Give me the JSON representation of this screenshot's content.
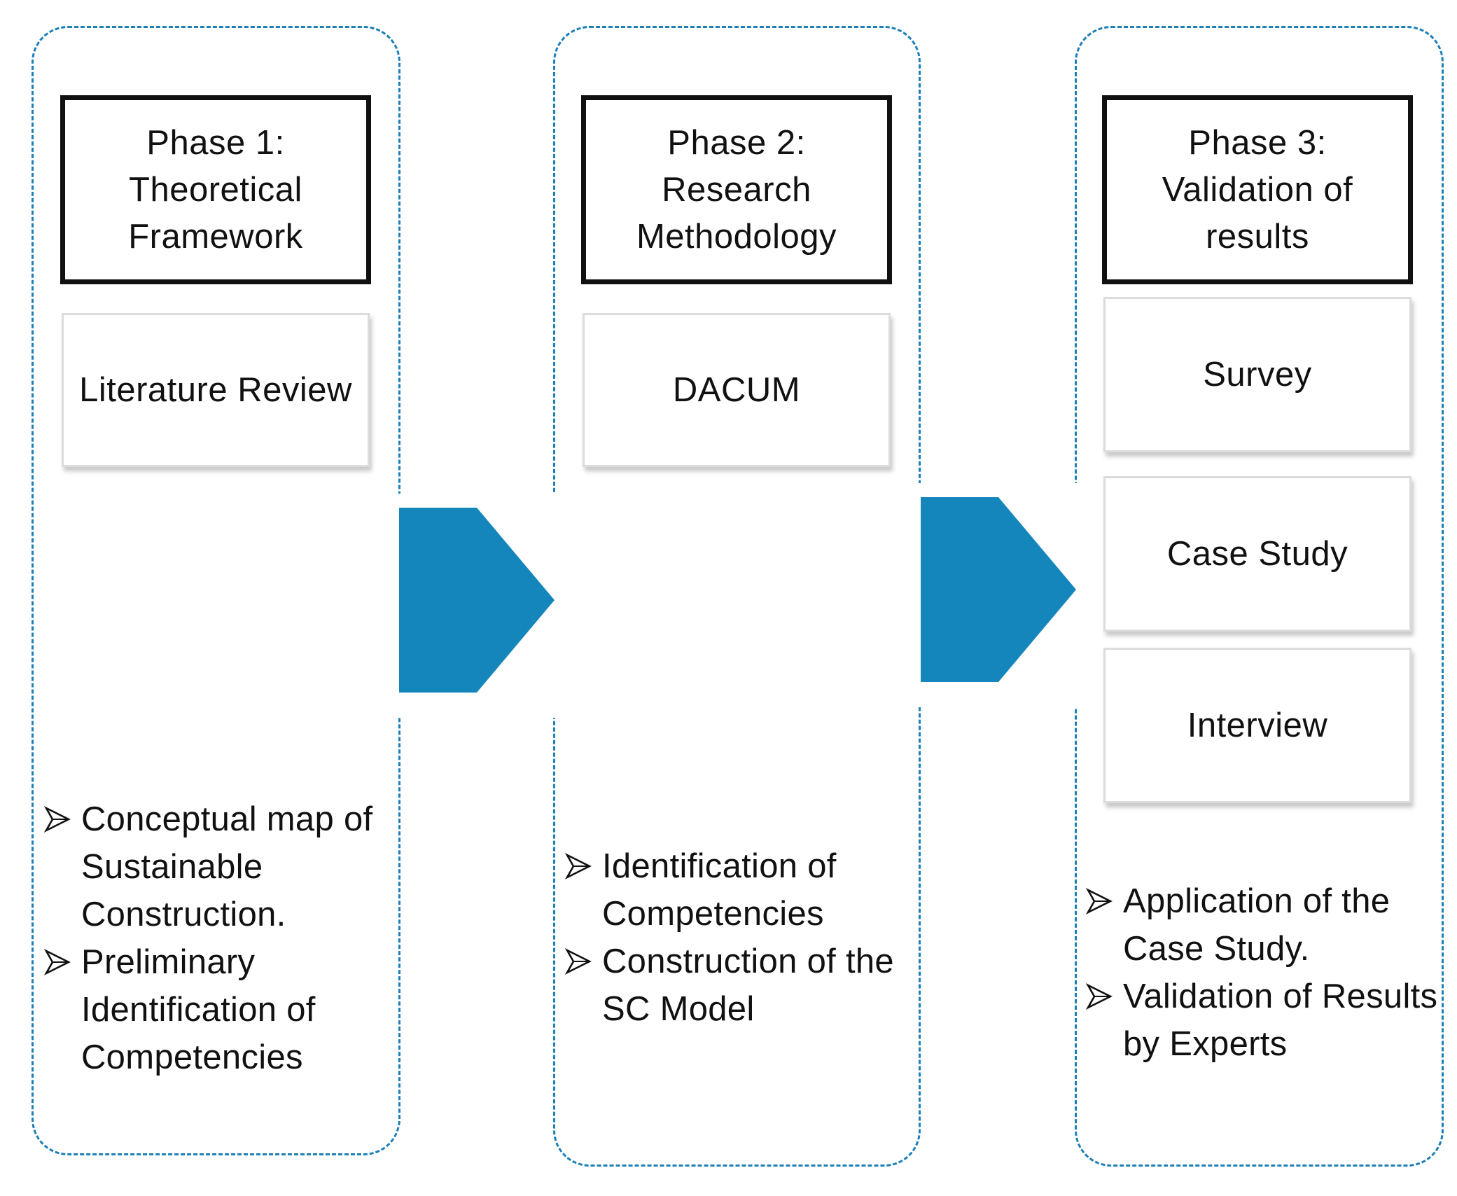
{
  "phases": [
    {
      "title_lines": [
        "Phase 1:",
        "Theoretical",
        "Framework"
      ],
      "methods": [
        "Literature Review"
      ],
      "outcomes": [
        "Conceptual map of Sustainable Construction.",
        "Preliminary Identification of Competencies"
      ]
    },
    {
      "title_lines": [
        "Phase 2:",
        "Research",
        "Methodology"
      ],
      "methods": [
        "DACUM"
      ],
      "outcomes": [
        "Identification of Competencies",
        "Construction of the SC Model"
      ]
    },
    {
      "title_lines": [
        "Phase 3:",
        "Validation of",
        "results"
      ],
      "methods": [
        "Survey",
        "Case Study",
        "Interview"
      ],
      "outcomes": [
        "Application of the Case Study.",
        "Validation of Results by Experts"
      ]
    }
  ],
  "colors": {
    "column_border": "#1b7fb8",
    "flow_arrow": "#1586bb",
    "title_border": "#111111"
  },
  "icons": {
    "bullet": "outline-arrow-bullet-icon",
    "flow": "chevron-pentagon-arrow-icon"
  }
}
